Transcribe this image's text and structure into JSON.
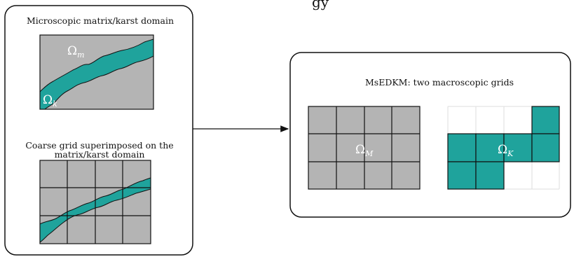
{
  "colors": {
    "matrix": "#b4b4b4",
    "karst": "#1fa39c",
    "border": "#111111",
    "symbol": "#ffffff"
  },
  "title_fragment": "gy",
  "left_panel": {
    "micro_title": "Microscopic matrix/karst domain",
    "omega_m": {
      "base": "Ω",
      "sub": "m"
    },
    "omega_k": {
      "base": "Ω",
      "sub": "k"
    },
    "coarse_title_line1": "Coarse grid superimposed on the",
    "coarse_title_line2": "matrix/karst domain"
  },
  "right_panel": {
    "title": "MsEDKM: two macroscopic grids",
    "omega_M": {
      "base": "Ω",
      "sub": "M"
    },
    "omega_K": {
      "base": "Ω",
      "sub": "K"
    }
  }
}
